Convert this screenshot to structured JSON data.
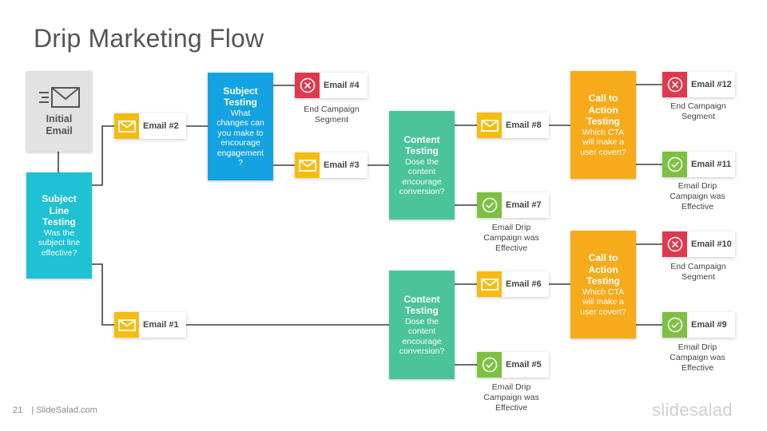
{
  "title": "Drip Marketing Flow",
  "blocks": {
    "initial": {
      "line1": "Initial",
      "line2": "Email"
    },
    "subject_line": {
      "h1": "Subject",
      "h2": "Line",
      "h3": "Testing",
      "s1": "Was the",
      "s2": "subject line",
      "s3": "effective?"
    },
    "subject_testing": {
      "h1": "Subject",
      "h2": "Testing",
      "s1": "What",
      "s2": "changes can",
      "s3": "you make to",
      "s4": "encourage",
      "s5": "engagement",
      "s6": "?"
    },
    "content_top": {
      "h1": "Content",
      "h2": "Testing",
      "s1": "Dose the",
      "s2": "content",
      "s3": "encourage",
      "s4": "conversion?"
    },
    "content_bottom": {
      "h1": "Content",
      "h2": "Testing",
      "s1": "Dose the",
      "s2": "content",
      "s3": "encourage",
      "s4": "conversion?"
    },
    "cta_top": {
      "h1": "Call to",
      "h2": "Action",
      "h3": "Testing",
      "s1": "Which CTA",
      "s2": "will make a",
      "s3": "user covert?"
    },
    "cta_bottom": {
      "h1": "Call to",
      "h2": "Action",
      "h3": "Testing",
      "s1": "Which CTA",
      "s2": "will make a",
      "s3": "user covert?"
    }
  },
  "emails": {
    "e1": "Email #1",
    "e2": "Email #2",
    "e3": "Email #3",
    "e4": "Email #4",
    "e5": "Email #5",
    "e6": "Email #6",
    "e7": "Email #7",
    "e8": "Email #8",
    "e9": "Email #9",
    "e10": "Email #10",
    "e11": "Email #11",
    "e12": "Email #12"
  },
  "captions": {
    "e4": {
      "l1": "End Campaign",
      "l2": "Segment"
    },
    "e7": {
      "l1": "Email Drip",
      "l2": "Campaign was",
      "l3": "Effective"
    },
    "e5": {
      "l1": "Email Drip",
      "l2": "Campaign was",
      "l3": "Effective"
    },
    "e12": {
      "l1": "End Campaign",
      "l2": "Segment"
    },
    "e11": {
      "l1": "Email Drip",
      "l2": "Campaign was",
      "l3": "Effective"
    },
    "e10": {
      "l1": "End Campaign",
      "l2": "Segment"
    },
    "e9": {
      "l1": "Email Drip",
      "l2": "Campaign was",
      "l3": "Effective"
    }
  },
  "footer": {
    "page": "21",
    "site": "| SlideSalad.com"
  },
  "brand": "slidesalad",
  "icons": {
    "initial": "fast-mail-icon",
    "email": "envelope-icon",
    "end": "x-circle-icon",
    "effective": "check-circle-icon"
  },
  "colors": {
    "teal": "#1fc1d4",
    "blue": "#14a3e2",
    "green": "#4bc49a",
    "orange": "#f7ab1a",
    "yellow": "#f7bc0f",
    "red": "#e0394f",
    "check": "#7dc042",
    "gray": "#e2e2e2"
  }
}
